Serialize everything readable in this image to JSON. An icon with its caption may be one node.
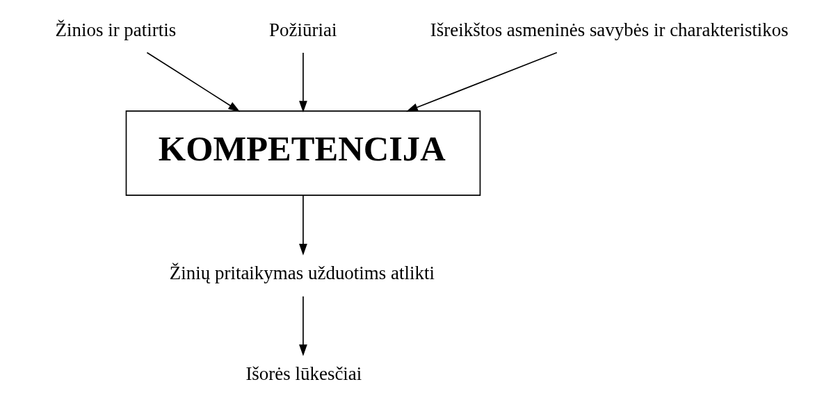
{
  "diagram": {
    "nodes": [
      {
        "text": [
          "Žinios ir patirtis"
        ]
      },
      {
        "text": [
          "Požiūriai"
        ]
      },
      {
        "text": [
          "Išreikštos asmeninės savybės ir charakteristikos"
        ]
      },
      {
        "text": [
          "KOMPETENCIJA"
        ]
      },
      {
        "text": [
          "Žinių pritaikymas užduotims atlikti"
        ]
      },
      {
        "text": [
          "Išorės lūkesčiai"
        ]
      }
    ],
    "edges": [
      {
        "from": 0,
        "to": 3,
        "arrow": "to"
      },
      {
        "from": 1,
        "to": 3,
        "arrow": "to"
      },
      {
        "from": 2,
        "to": 3,
        "arrow": "to"
      },
      {
        "from": 3,
        "to": 4,
        "arrow": "to"
      },
      {
        "from": 4,
        "to": 5,
        "arrow": "to"
      }
    ]
  }
}
